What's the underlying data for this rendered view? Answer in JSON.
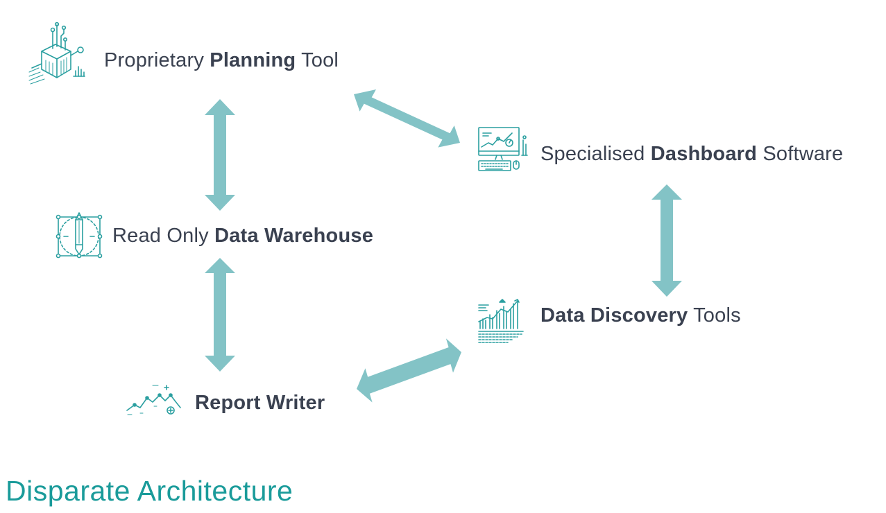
{
  "diagram": {
    "title": "Disparate Architecture",
    "colors": {
      "arrow": "#83c3c6",
      "icon": "#2a9fa0",
      "text": "#3a4150",
      "title": "#1a9b9a"
    },
    "nodes": {
      "planning": {
        "icon": "cube-network-icon",
        "pre": "Proprietary ",
        "bold": "Planning",
        "post": " Tool"
      },
      "dashboard": {
        "icon": "monitor-dashboard-icon",
        "pre": "Specialised ",
        "bold": "Dashboard",
        "post": " Software"
      },
      "warehouse": {
        "icon": "pencil-compass-icon",
        "pre": "Read Only ",
        "bold": "Data Warehouse",
        "post": ""
      },
      "discovery": {
        "icon": "bar-chart-icon",
        "pre": "",
        "bold": "Data Discovery",
        "post": " Tools"
      },
      "report": {
        "icon": "line-chart-icon",
        "pre": "",
        "bold": "Report Writer",
        "post": ""
      }
    },
    "edges": [
      {
        "from": "planning",
        "to": "warehouse",
        "style": "double-arrow"
      },
      {
        "from": "planning",
        "to": "dashboard",
        "style": "double-arrow"
      },
      {
        "from": "dashboard",
        "to": "discovery",
        "style": "double-arrow"
      },
      {
        "from": "warehouse",
        "to": "report",
        "style": "double-arrow"
      },
      {
        "from": "report",
        "to": "discovery",
        "style": "double-arrow"
      }
    ]
  }
}
